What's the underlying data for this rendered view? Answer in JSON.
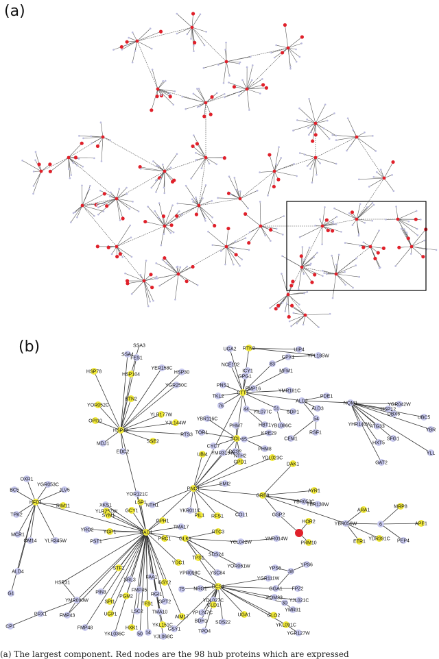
{
  "panels": {
    "a_label": "(a)",
    "b_label": "(b)"
  },
  "caption": "(a) The largest component. Red nodes are the 98 hub proteins which are expressed",
  "colors": {
    "hub": "#e0202a",
    "yellow": "#f2ea3a",
    "lavender": "#c7c8ee",
    "edge": "#444444"
  },
  "nodes": [
    {
      "id": "SSA3",
      "c": "none"
    },
    {
      "id": "SSA4",
      "c": "lav"
    },
    {
      "id": "HSP78",
      "c": "yel"
    },
    {
      "id": "HSP104",
      "c": "yel"
    },
    {
      "id": "FES1",
      "c": "lav"
    },
    {
      "id": "YER158C",
      "c": "lav"
    },
    {
      "id": "HSP30",
      "c": "lav"
    },
    {
      "id": "BTN2",
      "c": "yel"
    },
    {
      "id": "YGR250C",
      "c": "lav"
    },
    {
      "id": "YOR052C",
      "c": "yel"
    },
    {
      "id": "OPI10",
      "c": "yel"
    },
    {
      "id": "YLR177W",
      "c": "yel"
    },
    {
      "id": "YJL144W",
      "c": "yel"
    },
    {
      "id": "RTS3",
      "c": "lav"
    },
    {
      "id": "HSP42",
      "c": "yel"
    },
    {
      "id": "MDJ1",
      "c": "lav"
    },
    {
      "id": "EDC2",
      "c": "lav"
    },
    {
      "id": "SSE2",
      "c": "yel"
    },
    {
      "id": "RTN2",
      "c": "yel"
    },
    {
      "id": "UGA2",
      "c": "lav"
    },
    {
      "id": "UIP4",
      "c": "lav"
    },
    {
      "id": "NCE102",
      "c": "lav"
    },
    {
      "id": "83",
      "c": "lav"
    },
    {
      "id": "GPX1",
      "c": "lav"
    },
    {
      "id": "YPL185W",
      "c": "lav"
    },
    {
      "id": "ICY1",
      "c": "lav"
    },
    {
      "id": "GPG1",
      "c": "lav"
    },
    {
      "id": "MFM1",
      "c": "lav"
    },
    {
      "id": "PNS1",
      "c": "lav"
    },
    {
      "id": "CTT1",
      "c": "yel"
    },
    {
      "id": "FMP16",
      "c": "lav"
    },
    {
      "id": "YMR181C",
      "c": "lav"
    },
    {
      "id": "ALD2",
      "c": "lav"
    },
    {
      "id": "PDE1",
      "c": "lav"
    },
    {
      "id": "TKL2",
      "c": "lav"
    },
    {
      "id": "76",
      "c": "lav"
    },
    {
      "id": "44",
      "c": "lav"
    },
    {
      "id": "51",
      "c": "lav"
    },
    {
      "id": "ALD3",
      "c": "lav"
    },
    {
      "id": "YBR116C",
      "c": "lav"
    },
    {
      "id": "PHM7",
      "c": "lav"
    },
    {
      "id": "HBT1",
      "c": "lav"
    },
    {
      "id": "YIL077C",
      "c": "lav"
    },
    {
      "id": "YBL086C",
      "c": "lav"
    },
    {
      "id": "SDP1",
      "c": "lav"
    },
    {
      "id": "54",
      "c": "lav"
    },
    {
      "id": "TOR1",
      "c": "lav"
    },
    {
      "id": "SOL4",
      "c": "yel"
    },
    {
      "id": "KRE29",
      "c": "lav"
    },
    {
      "id": "65",
      "c": "lav"
    },
    {
      "id": "CEM1",
      "c": "lav"
    },
    {
      "id": "RSF1",
      "c": "lav"
    },
    {
      "id": "CYC7",
      "c": "lav"
    },
    {
      "id": "DCS2",
      "c": "lav"
    },
    {
      "id": "PHM8",
      "c": "lav"
    },
    {
      "id": "NTH2",
      "c": "lav"
    },
    {
      "id": "YGR042W",
      "c": "lav"
    },
    {
      "id": "HSP12",
      "c": "lav"
    },
    {
      "id": "NQM1",
      "c": "lav"
    },
    {
      "id": "UBX6",
      "c": "lav"
    },
    {
      "id": "UBC5",
      "c": "lav"
    },
    {
      "id": "ATG33",
      "c": "lav"
    },
    {
      "id": "SFG1",
      "c": "lav"
    },
    {
      "id": "YBR",
      "c": "lav"
    },
    {
      "id": "YHR140W",
      "c": "lav"
    },
    {
      "id": "HXT5",
      "c": "lav"
    },
    {
      "id": "YLL",
      "c": "lav"
    },
    {
      "id": "GAT2",
      "c": "lav"
    },
    {
      "id": "OXR1",
      "c": "lav"
    },
    {
      "id": "YGR053C",
      "c": "lav"
    },
    {
      "id": "BC5",
      "c": "lav"
    },
    {
      "id": "HFD1",
      "c": "yel"
    },
    {
      "id": "JLV5",
      "c": "lav"
    },
    {
      "id": "TPK2",
      "c": "lav"
    },
    {
      "id": "RIM11",
      "c": "yel"
    },
    {
      "id": "MCR1",
      "c": "lav"
    },
    {
      "id": "OM14",
      "c": "lav"
    },
    {
      "id": "YLR345W",
      "c": "lav"
    },
    {
      "id": "ALD4",
      "c": "lav"
    },
    {
      "id": "G1",
      "c": "lav"
    },
    {
      "id": "UBI4",
      "c": "yel"
    },
    {
      "id": "YMR315W",
      "c": "lav"
    },
    {
      "id": "GPD1",
      "c": "yel"
    },
    {
      "id": "YDL023C",
      "c": "yel"
    },
    {
      "id": "DAK1",
      "c": "yel"
    },
    {
      "id": "PNC1",
      "c": "yel"
    },
    {
      "id": "EMI2",
      "c": "lav"
    },
    {
      "id": "GRE3",
      "c": "yel"
    },
    {
      "id": "AYR1",
      "c": "yel"
    },
    {
      "id": "YBR053C",
      "c": "lav"
    },
    {
      "id": "YBR139W",
      "c": "lav"
    },
    {
      "id": "YOR121C",
      "c": "lav"
    },
    {
      "id": "LSP1",
      "c": "yel"
    },
    {
      "id": "GCY1",
      "c": "yel"
    },
    {
      "id": "NTH1",
      "c": "lav"
    },
    {
      "id": "YKR011C",
      "c": "lav"
    },
    {
      "id": "PIL1",
      "c": "yel"
    },
    {
      "id": "RFS1",
      "c": "yel"
    },
    {
      "id": "COL1",
      "c": "lav"
    },
    {
      "id": "GSP2",
      "c": "lav"
    },
    {
      "id": "HOR2",
      "c": "yel"
    },
    {
      "id": "ARA1",
      "c": "yel"
    },
    {
      "id": "MRP8",
      "c": "yel"
    },
    {
      "id": "YBR056W",
      "c": "lav"
    },
    {
      "id": "6",
      "c": "lav"
    },
    {
      "id": "APE1",
      "c": "yel"
    },
    {
      "id": "XKS1",
      "c": "lav"
    },
    {
      "id": "YLR25ZW",
      "c": "yel"
    },
    {
      "id": "GPH1",
      "c": "yel"
    },
    {
      "id": "SYM1",
      "c": "yel"
    },
    {
      "id": "GAD1",
      "c": "yel"
    },
    {
      "id": "PRC1",
      "c": "yel"
    },
    {
      "id": "TMA17",
      "c": "lav"
    },
    {
      "id": "RTC3",
      "c": "yel"
    },
    {
      "id": "YCL042W",
      "c": "lav"
    },
    {
      "id": "YNR014W",
      "c": "lav"
    },
    {
      "id": "PRM10",
      "c": "yel"
    },
    {
      "id": "ETR1",
      "c": "yel"
    },
    {
      "id": "YDR391C",
      "c": "yel"
    },
    {
      "id": "PEP4",
      "c": "lav"
    },
    {
      "id": "YRO2",
      "c": "lav"
    },
    {
      "id": "YGP1",
      "c": "yel"
    },
    {
      "id": "GLK1",
      "c": "yel"
    },
    {
      "id": "PST1",
      "c": "lav"
    },
    {
      "id": "TPS1",
      "c": "yel"
    },
    {
      "id": "SDS24",
      "c": "lav"
    },
    {
      "id": "YOR061W",
      "c": "lav"
    },
    {
      "id": "YPS6",
      "c": "lav"
    },
    {
      "id": "38",
      "c": "lav"
    },
    {
      "id": "YPS6b",
      "label": "YPS6",
      "c": "lav"
    },
    {
      "id": "YSC84",
      "c": "lav"
    },
    {
      "id": "STF2",
      "c": "yel"
    },
    {
      "id": "YDC1",
      "c": "yel"
    },
    {
      "id": "YPR098C",
      "c": "lav"
    },
    {
      "id": "YGR111W",
      "c": "lav"
    },
    {
      "id": "GGA1",
      "c": "lav"
    },
    {
      "id": "FPZ2",
      "c": "lav"
    },
    {
      "id": "SRL3",
      "c": "lav"
    },
    {
      "id": "FAA1",
      "c": "lav"
    },
    {
      "id": "GSY2",
      "c": "yel"
    },
    {
      "id": "75",
      "c": "lav"
    },
    {
      "id": "NRG1",
      "c": "lav"
    },
    {
      "id": "DCS1",
      "c": "yel"
    },
    {
      "id": "POM33",
      "c": "lav"
    },
    {
      "id": "YJL021C",
      "c": "lav"
    },
    {
      "id": "HSP31",
      "c": "none"
    },
    {
      "id": "PIN3",
      "c": "lav"
    },
    {
      "id": "FMP45",
      "c": "lav"
    },
    {
      "id": "RGI1",
      "c": "lav"
    },
    {
      "id": "YDL027C",
      "c": "lav"
    },
    {
      "id": "30",
      "c": "lav"
    },
    {
      "id": "YMR31",
      "c": "lav"
    },
    {
      "id": "YMR090W",
      "c": "lav"
    },
    {
      "id": "PGM2",
      "c": "yel"
    },
    {
      "id": "TFS1",
      "c": "yel"
    },
    {
      "id": "GPT2",
      "c": "lav"
    },
    {
      "id": "CLD1",
      "c": "yel"
    },
    {
      "id": "SPI1",
      "c": "yel"
    },
    {
      "id": "LSC2",
      "c": "lav"
    },
    {
      "id": "TMA10",
      "c": "lav"
    },
    {
      "id": "YPL247C",
      "c": "lav"
    },
    {
      "id": "UGA1",
      "c": "yel"
    },
    {
      "id": "GLO2",
      "c": "yel"
    },
    {
      "id": "UGP1",
      "c": "yel"
    },
    {
      "id": "FMP43",
      "c": "lav"
    },
    {
      "id": "AIM17",
      "c": "yel"
    },
    {
      "id": "BDH1",
      "c": "lav"
    },
    {
      "id": "SDS22",
      "c": "lav"
    },
    {
      "id": "YKL091C",
      "c": "yel"
    },
    {
      "id": "PRX1",
      "c": "lav"
    },
    {
      "id": "FMP48",
      "c": "lav"
    },
    {
      "id": "HXK1",
      "c": "yel"
    },
    {
      "id": "YKL151C",
      "c": "yel"
    },
    {
      "id": "GSY1",
      "c": "lav"
    },
    {
      "id": "TPO4",
      "c": "lav"
    },
    {
      "id": "YGR127W",
      "c": "lav"
    },
    {
      "id": "CP1",
      "c": "lav"
    },
    {
      "id": "YKL036C",
      "c": "lav"
    },
    {
      "id": "50",
      "c": "lav"
    },
    {
      "id": "14",
      "c": "lav"
    },
    {
      "id": "YJL068C",
      "c": "lav"
    },
    {
      "id": "RED",
      "label": "",
      "c": "red"
    }
  ]
}
